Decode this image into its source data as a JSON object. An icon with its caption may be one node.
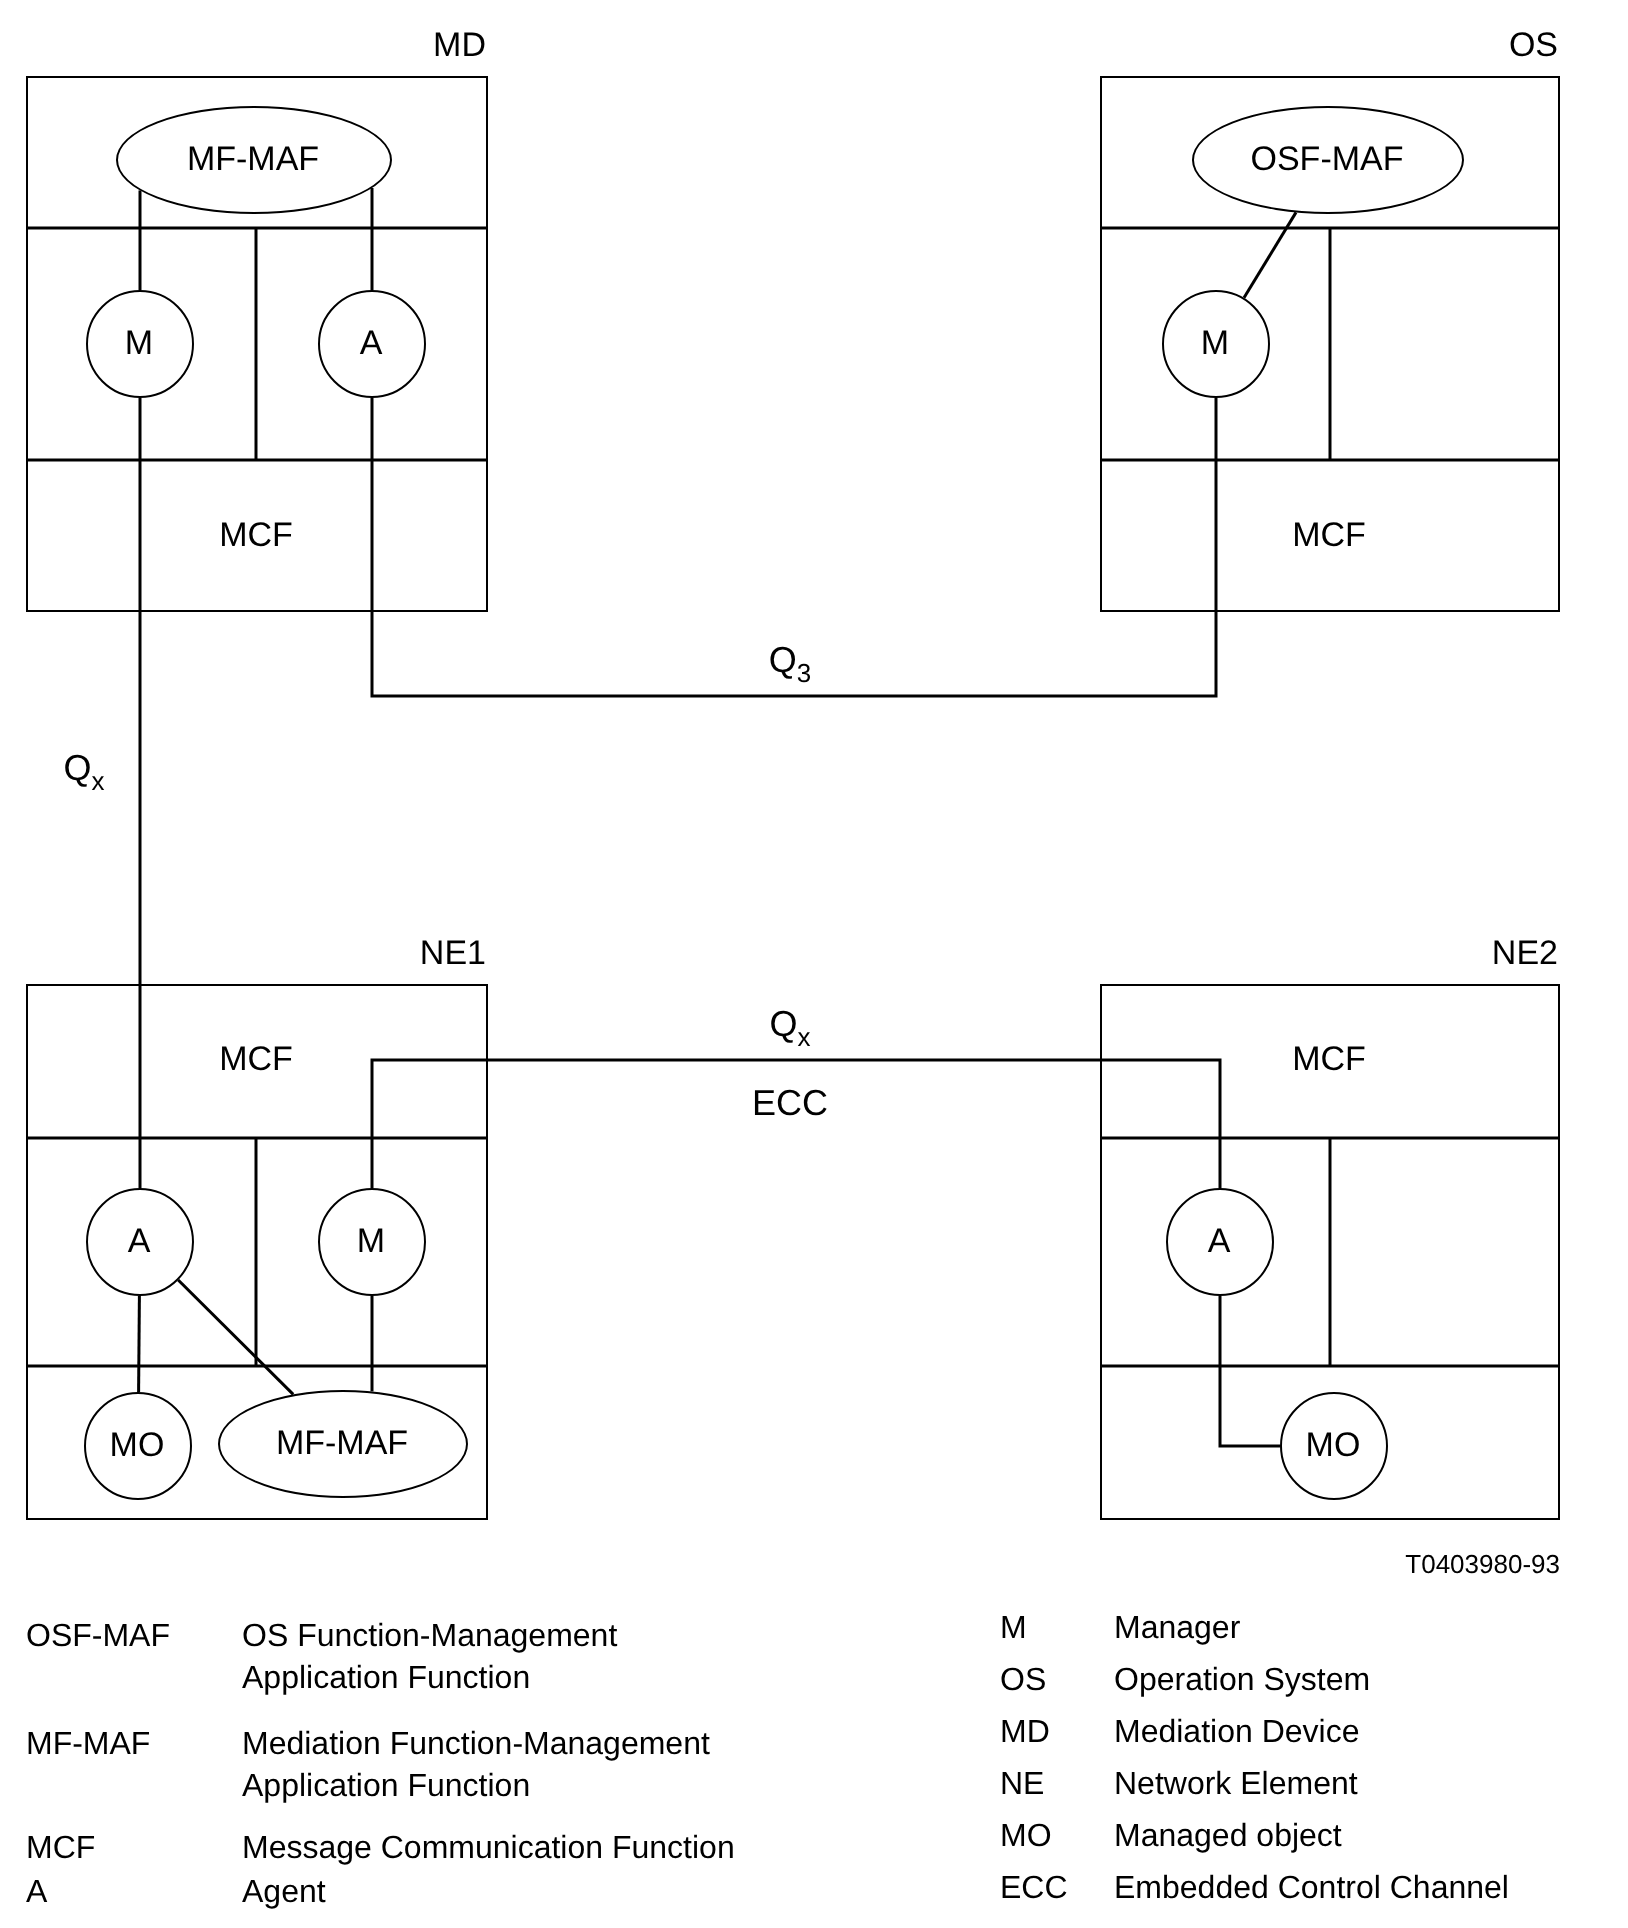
{
  "diagram": {
    "nodes": [
      {
        "text": [
          "MD"
        ]
      },
      {
        "text": [
          "MF-MAF"
        ],
        "in": 0
      },
      {
        "text": [
          "M"
        ],
        "in": 0
      },
      {
        "text": [
          "A"
        ],
        "in": 0
      },
      {
        "text": [
          "MCF"
        ],
        "in": 0
      },
      {
        "text": [
          "OS"
        ]
      },
      {
        "text": [
          "OSF-MAF"
        ],
        "in": 5
      },
      {
        "text": [
          "M"
        ],
        "in": 5
      },
      {
        "text": [
          "MCF"
        ],
        "in": 5
      },
      {
        "text": [
          "NE1"
        ]
      },
      {
        "text": [
          "MCF"
        ],
        "in": 9
      },
      {
        "text": [
          "A"
        ],
        "in": 9
      },
      {
        "text": [
          "M"
        ],
        "in": 9
      },
      {
        "text": [
          "MO"
        ],
        "in": 9
      },
      {
        "text": [
          "MF-MAF"
        ],
        "in": 9
      },
      {
        "text": [
          "NE2"
        ]
      },
      {
        "text": [
          "MCF"
        ],
        "in": 15
      },
      {
        "text": [
          "A"
        ],
        "in": 15
      },
      {
        "text": [
          "MO"
        ],
        "in": 15
      }
    ],
    "edges": [
      {
        "from": 1,
        "to": 2,
        "arrow": "none"
      },
      {
        "from": 1,
        "to": 3,
        "arrow": "none"
      },
      {
        "from": 2,
        "to": 11,
        "arrow": "none",
        "label": "Q$_{x}$"
      },
      {
        "from": 3,
        "to": 7,
        "arrow": "none",
        "label": "Q$_{3}$"
      },
      {
        "from": 6,
        "to": 7,
        "arrow": "none"
      },
      {
        "from": 12,
        "to": 17,
        "arrow": "none",
        "label": "Q$_{x}$"
      },
      {
        "from": 11,
        "to": 13,
        "arrow": "none"
      },
      {
        "from": 11,
        "to": 14,
        "arrow": "none"
      },
      {
        "from": 12,
        "to": 14,
        "arrow": "none"
      },
      {
        "from": 17,
        "to": 18,
        "arrow": "none"
      }
    ],
    "labels": [
      "ECC",
      "T0403980-93",
      "OSF-MAF",
      "OS Function-Management Application Function",
      "MF-MAF",
      "Mediation Function-Management Application Function",
      "MCF",
      "Message Communication Function",
      "A",
      "Agent",
      "M",
      "Manager",
      "OS",
      "Operation System",
      "MD",
      "Mediation Device",
      "NE",
      "Network Element",
      "MO",
      "Managed object",
      "ECC",
      "Embedded Control Channel"
    ]
  }
}
